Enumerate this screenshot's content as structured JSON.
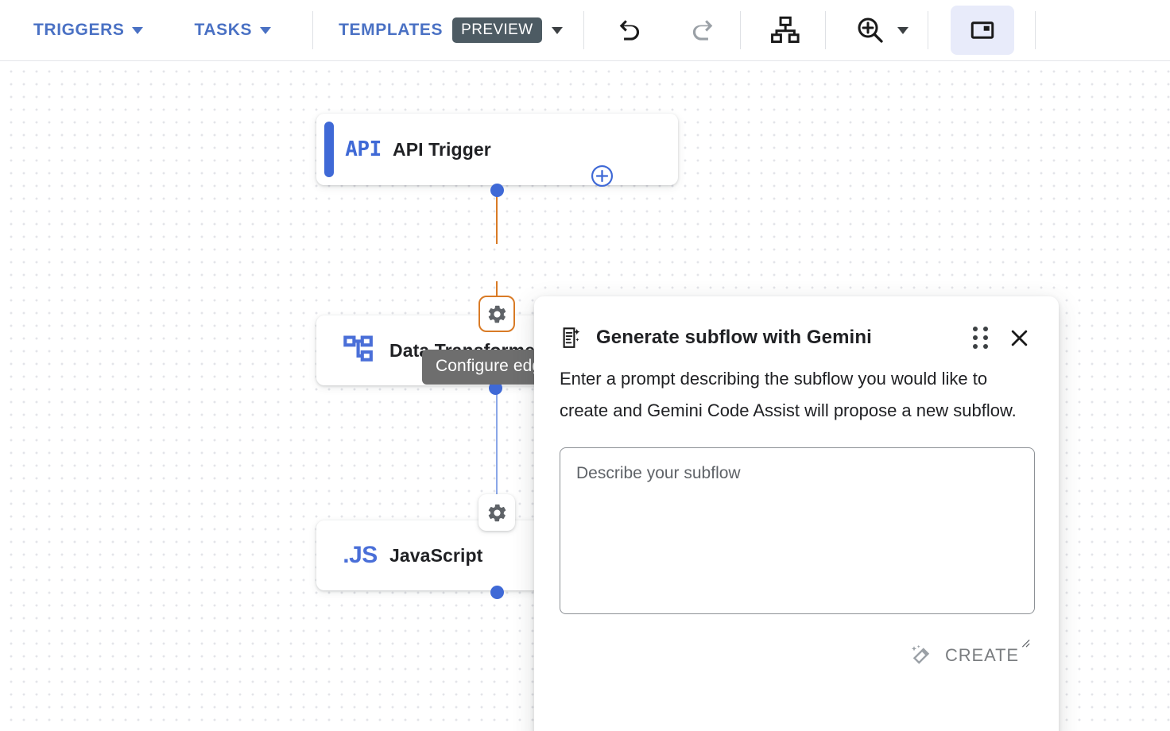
{
  "toolbar": {
    "triggers_label": "TRIGGERS",
    "tasks_label": "TASKS",
    "templates_label": "TEMPLATES",
    "preview_badge": "PREVIEW",
    "icons": {
      "triggers_caret": "chevron-down-icon",
      "tasks_caret": "chevron-down-icon",
      "templates_caret": "chevron-down-icon",
      "undo": "undo-icon",
      "redo": "redo-icon",
      "auto_layout": "hierarchy-layout-icon",
      "zoom": "zoom-in-icon",
      "zoom_caret": "chevron-down-icon",
      "toggle_panel": "side-panel-icon"
    },
    "colors": {
      "menu_text": "#4a71c4",
      "preview_chip_bg": "#4d5b63",
      "panel_btn_bg": "#e8ebfa"
    }
  },
  "canvas": {
    "add_button_icon": "plus-circle-icon",
    "tooltip": "Configure edge",
    "nodes": [
      {
        "id": "api-trigger",
        "glyph": "API",
        "title": "API Trigger",
        "accent": "#3f69d6",
        "icon": "api-text-icon"
      },
      {
        "id": "data-transformer",
        "glyph": "",
        "title": "Data Transformer",
        "accent": "",
        "icon": "data-transformer-icon"
      },
      {
        "id": "javascript",
        "glyph": ".JS",
        "title": "JavaScript",
        "accent": "",
        "icon": "javascript-text-icon"
      }
    ],
    "edges": [
      {
        "id": "edge-api-to-dt",
        "color": "#d97b26",
        "selected": true,
        "gear_icon": "gear-icon"
      },
      {
        "id": "edge-dt-to-js",
        "color": "#8ba7e8",
        "selected": false,
        "gear_icon": "gear-icon"
      }
    ]
  },
  "dialog": {
    "title": "Generate subflow with Gemini",
    "title_icon": "gemini-document-sparkle-icon",
    "drag_handle_icon": "drag-handle-icon",
    "close_icon": "close-icon",
    "body_text": "Enter a prompt describing the subflow you would like to create and Gemini Code Assist will propose a new subflow.",
    "textarea": {
      "value": "",
      "placeholder": "Describe your subflow"
    },
    "create_label": "CREATE",
    "create_icon": "magic-wand-icon",
    "create_enabled": false
  }
}
